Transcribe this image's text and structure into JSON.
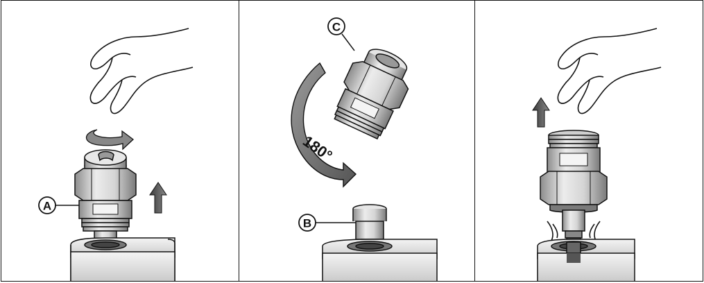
{
  "panels": [
    {
      "callout": "A"
    },
    {
      "callout_top": "C",
      "callout_bottom": "B",
      "rotation_label": "180°"
    },
    {}
  ],
  "colors": {
    "outline": "#111111",
    "metal_light": "#e2e2e2",
    "metal_mid": "#bdbdbd",
    "metal_dark": "#6a6a6a",
    "arrow_fill": "#555555",
    "skin": "#ffffff"
  },
  "icons": [
    "hand-icon",
    "rotate-arrow-icon",
    "up-arrow-icon",
    "curved-arrow-icon",
    "vibration-lines-icon"
  ]
}
